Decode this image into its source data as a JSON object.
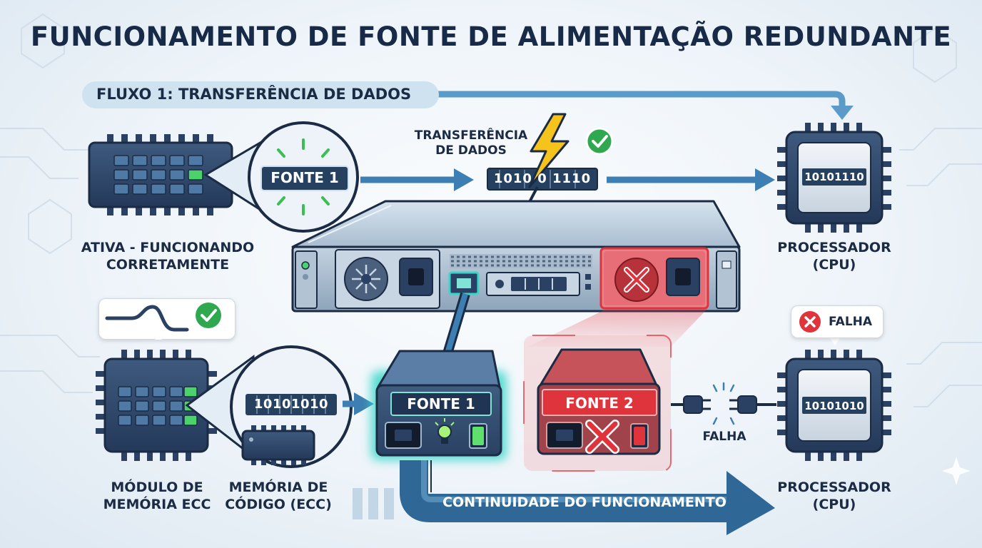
{
  "title": "FUNCIONAMENTO DE FONTE DE ALIMENTAÇÃO REDUNDANTE",
  "flow_label": "FLUXO 1: TRANSFERÊNCIA DE DADOS",
  "top": {
    "source_label": "FONTE 1",
    "status_text": "ATIVA - FUNCIONANDO\nCORRETAMENTE",
    "transfer_label": "TRANSFERÊNCIA\nDE DADOS",
    "bits": "1010 0 1110",
    "cpu_bits": "10101110",
    "cpu_label": "PROCESSADOR\n(CPU)"
  },
  "bottom": {
    "ecc_bits": "10101010",
    "module_label": "MÓDULO DE\nMEMÓRIA ECC",
    "code_mem_label": "MEMÓRIA DE\nCÓDIGO (ECC)",
    "psu1_label": "FONTE 1",
    "psu2_label": "FONTE 2",
    "plug_label": "FALHA",
    "fail_badge": "FALHA",
    "cpu_bits": "10101010",
    "cpu_label": "PROCESSADOR\n(CPU)",
    "continuity_label": "CONTINUIDADE DO FUNCIONAMENTO"
  },
  "colors": {
    "navy": "#1b2b44",
    "blue_arrow": "#3d7fb3",
    "success": "#2fa84f",
    "failure": "#e0343d",
    "accent_glow": "#37d6c9"
  },
  "icons": [
    "lightning-icon",
    "check-icon",
    "cross-icon",
    "lightbulb-icon",
    "power-plug-icon",
    "wave-icon",
    "fan-icon"
  ]
}
